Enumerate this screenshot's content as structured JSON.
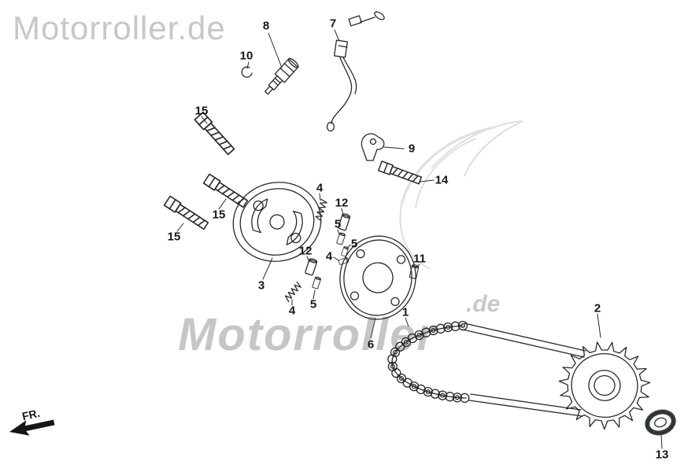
{
  "watermarks": {
    "top_left": "Motorroller.de",
    "center_main": "Motorroller",
    "center_suffix": ".de"
  },
  "direction_indicator": {
    "label": "FR."
  },
  "colors": {
    "line": "#26292c",
    "watermark_gray": "#c7c7c7",
    "background": "#ffffff"
  },
  "callouts": [
    {
      "label": "8"
    },
    {
      "label": "10"
    },
    {
      "label": "7"
    },
    {
      "label": "9"
    },
    {
      "label": "14"
    },
    {
      "label": "15"
    },
    {
      "label": "15"
    },
    {
      "label": "15"
    },
    {
      "label": "3"
    },
    {
      "label": "4"
    },
    {
      "label": "12"
    },
    {
      "label": "5"
    },
    {
      "label": "4"
    },
    {
      "label": "5"
    },
    {
      "label": "12"
    },
    {
      "label": "4"
    },
    {
      "label": "5"
    },
    {
      "label": "11"
    },
    {
      "label": "6"
    },
    {
      "label": "1"
    },
    {
      "label": "2"
    },
    {
      "label": "13"
    }
  ]
}
